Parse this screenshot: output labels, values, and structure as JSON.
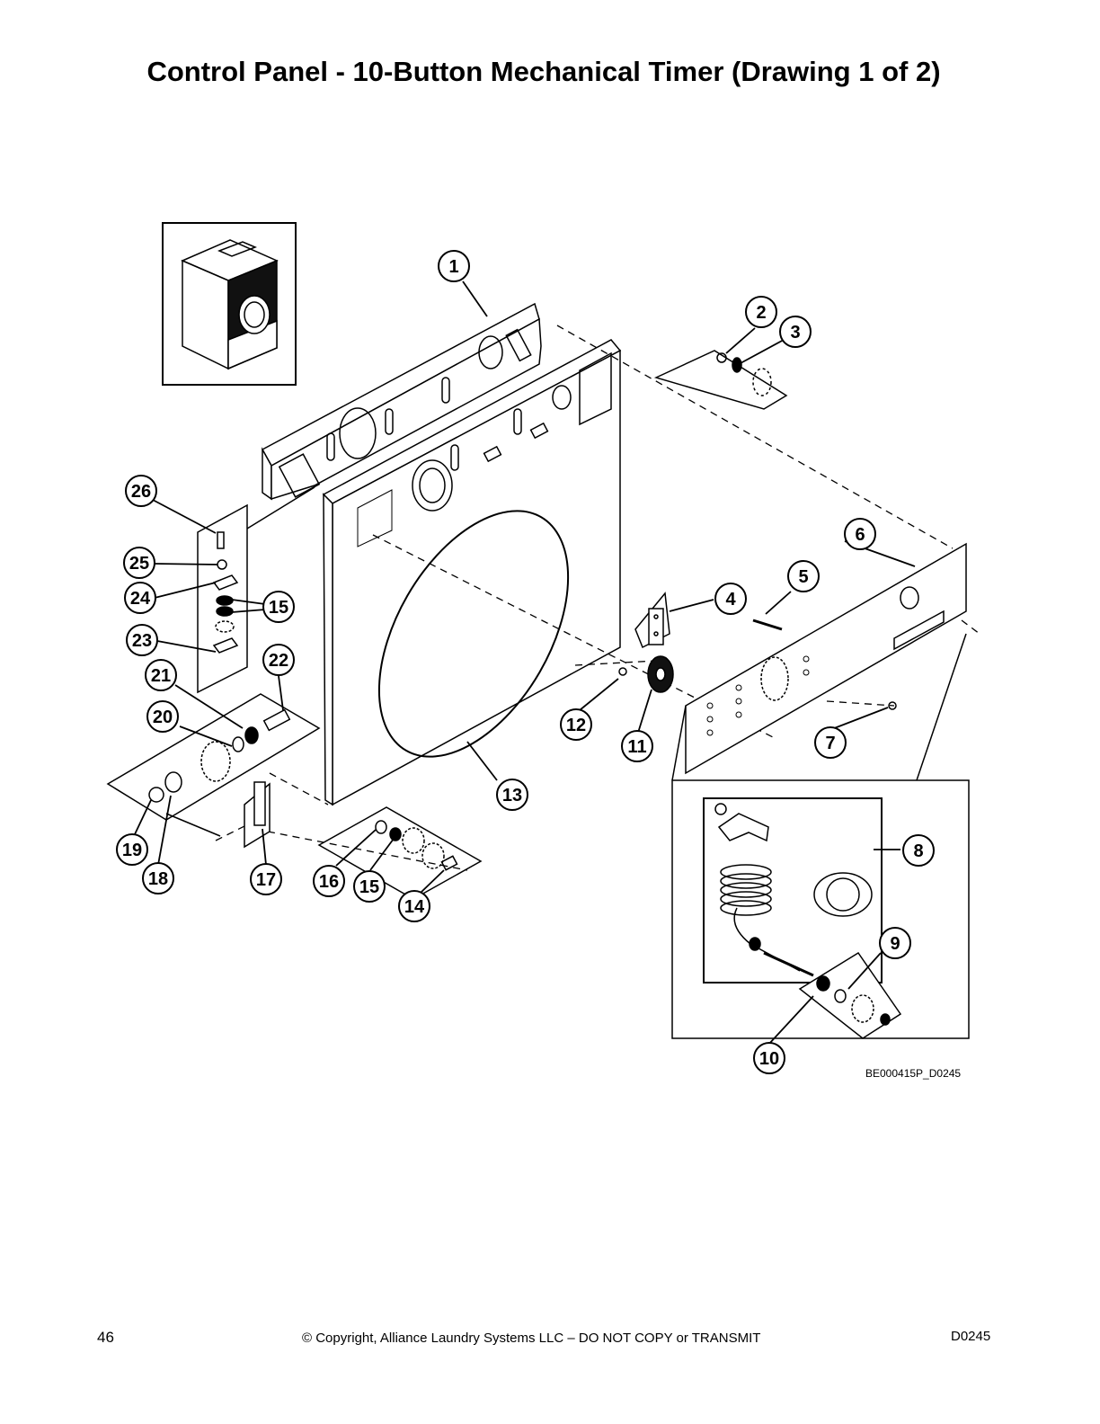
{
  "title": "Control Panel - 10-Button Mechanical Timer (Drawing 1 of 2)",
  "callouts": [
    "1",
    "2",
    "3",
    "4",
    "5",
    "6",
    "7",
    "8",
    "9",
    "10",
    "11",
    "12",
    "13",
    "14",
    "15",
    "15",
    "16",
    "17",
    "18",
    "19",
    "20",
    "21",
    "22",
    "23",
    "24",
    "25",
    "26"
  ],
  "drawing_id": "BE000415P_D0245",
  "footer": {
    "page_number": "46",
    "copyright": "© Copyright, Alliance Laundry Systems LLC – DO NOT COPY or TRANSMIT",
    "doc_code": "D0245"
  }
}
